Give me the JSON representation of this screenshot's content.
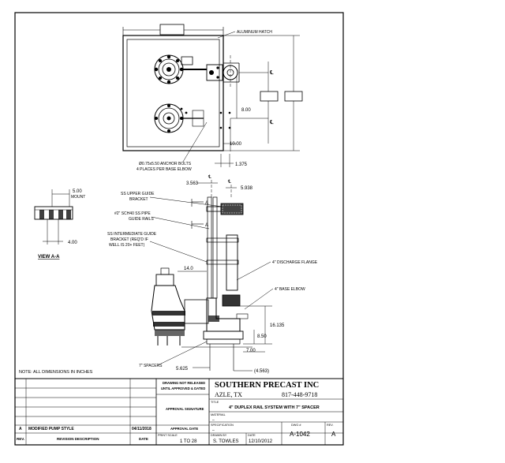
{
  "callouts": {
    "hatch": "ALUMINUM HATCH",
    "anchor_bolts_1": "Ø0.75x5.50 ANCHOR BOLTS",
    "anchor_bolts_2": "4 PLACES PER BASE ELBOW",
    "upper_bracket_1": "SS UPPER GUIDE",
    "upper_bracket_2": "BRACKET",
    "guide_rails_1": "#2\" SCH40 SS PIPE",
    "guide_rails_2": "GUIDE RAILS",
    "intermediate_1": "SS INTERMEDIATE GUIDE",
    "intermediate_2": "BRACKET (REQ'D IF",
    "intermediate_3": "WELL IS 20+ FEET)",
    "discharge_flange": "4\" DISCHARGE FLANGE",
    "base_elbow": "4\" BASE ELBOW",
    "spacers": "7\" SPACERS",
    "view_label": "VIEW A-A",
    "mount_1": "5.00",
    "mount_2": "MOUNT",
    "note": "NOTE: ALL DIMENSIONS IN INCHES",
    "section_marker": "A",
    "centerline_marker": "℄"
  },
  "dimensions": {
    "d_800": "8.00",
    "d_1000": "10.00",
    "d_1375": "1.375",
    "d_3563": "3.563",
    "d_5938": "5.938",
    "d_400": "4.00",
    "d_140": "14.0",
    "d_16135": "16.135",
    "d_850": "8.50",
    "d_700": "7.00",
    "d_5625": "5.625",
    "d_4563": "(4.563)"
  },
  "title_block": {
    "company": "SOUTHERN PRECAST INC",
    "city": "AZLE, TX",
    "phone": "817-448-9718",
    "drawing_label_1": "DRAWING NOT RELEASED",
    "drawing_label_2": "UNTIL APPROVED & DATED",
    "approval_sig": "APPROVAL SIGNATURE",
    "approval_date": "APPROVAL DATE",
    "title_label": "TITLE",
    "title": "4\" DUPLEX RAIL SYSTEM WITH 7\" SPACER",
    "material_label": "MATERIAL",
    "material": "–",
    "spec_label": "SPECIFICATION",
    "spec": "–",
    "dwg_label": "DWG #",
    "dwg": "A-1042",
    "rev_label": "REV.",
    "rev": "A",
    "scale_label": "PRINT SCALE",
    "scale": "1 TO 28",
    "drawn_label": "DRAWN BY",
    "drawn": "S. TOWLES",
    "date_label": "DATE",
    "date": "12/10/2012",
    "rev_row_letter": "A",
    "rev_row_desc": "MODIFIED PUMP STYLE",
    "rev_row_date": "04/11/2018",
    "rev_header": "REV.",
    "rev_desc_header": "REVISION DESCRIPTION",
    "rev_date_header": "DATE"
  }
}
